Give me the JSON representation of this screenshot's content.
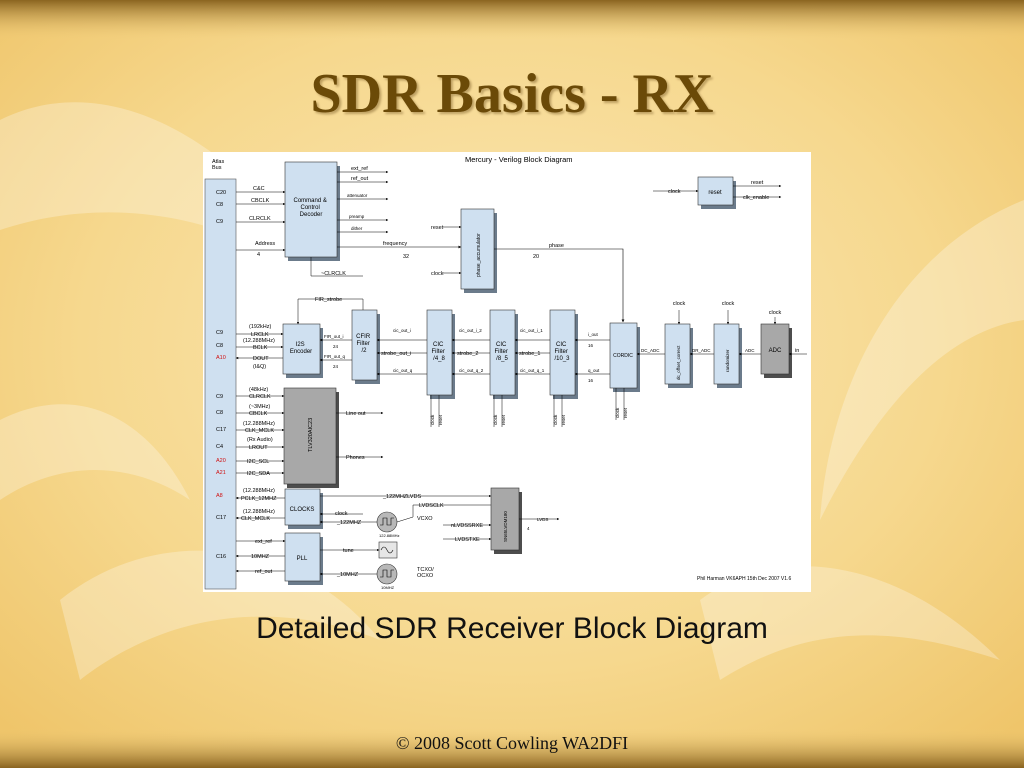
{
  "slide": {
    "title": "SDR Basics - RX",
    "caption": "Detailed SDR Receiver Block Diagram",
    "footer": "© 2008 Scott Cowling WA2DFI",
    "colors": {
      "background": "#f6d88e",
      "title": "#6b4a08",
      "block": "#cfe0f0",
      "gray_block": "#a8a8a8"
    }
  },
  "diagram": {
    "title": "Mercury  - Verilog Block Diagram",
    "bus_label": "Atlas\nBus",
    "credit": "Phil Harman VK6APH 15th Dec  2007 V1.6",
    "blocks": {
      "decoder": "Command &\nControl\nDecoder",
      "phase_acc": "phase_accumulator",
      "reset": "reset",
      "i2s": "I2S\nEncoder",
      "cfir": "CFIR\nFilter\n/2",
      "cic1": "CIC\nFilter\n/4_8",
      "cic2": "CIC\nFilter\n/8_5",
      "cic3": "CIC\nFilter\n/10_3",
      "cordic": "CORDIC",
      "dc_offset": "dc_offset_correct",
      "randomizer": "randomizer",
      "adc": "ADC",
      "tlv": "TLV320AIC23",
      "clocks": "CLOCKS",
      "pll": "PLL",
      "sn65": "SN65LVDM180",
      "vcxo": "VCXO",
      "tcxo": "TCXO/\nOCXO",
      "vcxo_freq": "122.88MHz",
      "tcxo_freq": "10MHZ"
    },
    "bus_pins": {
      "c20": "C20",
      "c8a": "C8",
      "c9a": "C9",
      "c9b": "C9",
      "c8b": "C8",
      "a10": "A10",
      "c9c": "C9",
      "c8c": "C8",
      "c17a": "C17",
      "c4": "C4",
      "a20": "A20",
      "a21": "A21",
      "a8": "A8",
      "c17b": "C17",
      "c16": "C16"
    },
    "signals": {
      "cc": "C&C",
      "cbclk": "CBCLK",
      "clrclk": "CLRCLK",
      "address": "Address",
      "addr_w": "4",
      "ext_ref": "ext_ref",
      "ref_out": "ref_out",
      "attenuator": "attenuator",
      "preamp": "preamp",
      "dither": "dither",
      "frequency": "frequency",
      "freq_w": "32",
      "nclrclk": "~CLRCLK",
      "reset_pa": "reset",
      "clock_pa": "clock",
      "phase": "phase",
      "phase_w": "20",
      "clock_reset": "clock",
      "reset_out": "reset",
      "clk_enable": "clk_enable",
      "fir_strobe": "FIR_strobe",
      "lrclk_f": "(192kHz)",
      "lrclk": "LRCLK",
      "bclk_f": "(12.288MHz)",
      "bclk": "BCLK",
      "dout": "DOUT",
      "iq": "(I&Q)",
      "fir_out_i": "FIR_out_i",
      "fir_out_q": "FIR_out_q",
      "cic_out_i": "cic_out_i",
      "cic_out_q": "cic_out_q",
      "cic_out_i_2": "cic_out_i_2",
      "cic_out_q_2": "cic_out_q_2",
      "cic_out_i_1": "cic_out_i_1",
      "cic_out_q_1": "cic_out_q_1",
      "strobe_out_i": "strobe_out_i",
      "strobe_2": "strobe_2",
      "strobe_1": "strobe_1",
      "i_out": "i_out",
      "q_out": "q_out",
      "w24": "24",
      "w16": "16",
      "w24b": "24",
      "w16b": "16",
      "dc_adc": "DC_ADC",
      "dr_adc": "DR_ADC",
      "adc": "ADC",
      "in": "in",
      "clock_dc": "clock",
      "clock_rand": "clock",
      "clock_adc": "clock",
      "clock_v": "clock",
      "reset_v": "reset",
      "clrclk_f": "(48kHz)",
      "clrclk2": "CLRCLK",
      "cbclk_f": "(~3MHz)",
      "cbclk2": "CBCLK",
      "mclk_f": "(12.288MHz)",
      "clk_mclk": "CLK_MCLK",
      "rx_audio": "(Rx Audio)",
      "lrout": "LROUT",
      "i2c_scl": "I2C_SCL",
      "i2c_sda": "I2C_SDA",
      "line_out": "Line out",
      "phones": "Phones",
      "pclk_f": "(12.288MHz)",
      "pclk": "PCLK_12MHZ",
      "clk_f2": "(12.288MHz)",
      "clk_mclk2": "CLK_MCLK",
      "lvds122": "_122MHZLVDS",
      "lvdsclk": "LVDSCLK",
      "clock_c": "clock",
      "m122": "_122MHZ",
      "ext_ref2": "ext_ref",
      "m10": "10MHZ",
      "ref_out2": "ref_out",
      "tune": "tune",
      "m10b": "_10MHZ",
      "lvds": "LVDS",
      "lvds_w": "4",
      "nlvdssrxe": "nLVDSSRXE",
      "lvdstxe": "LVDSTXE"
    }
  }
}
